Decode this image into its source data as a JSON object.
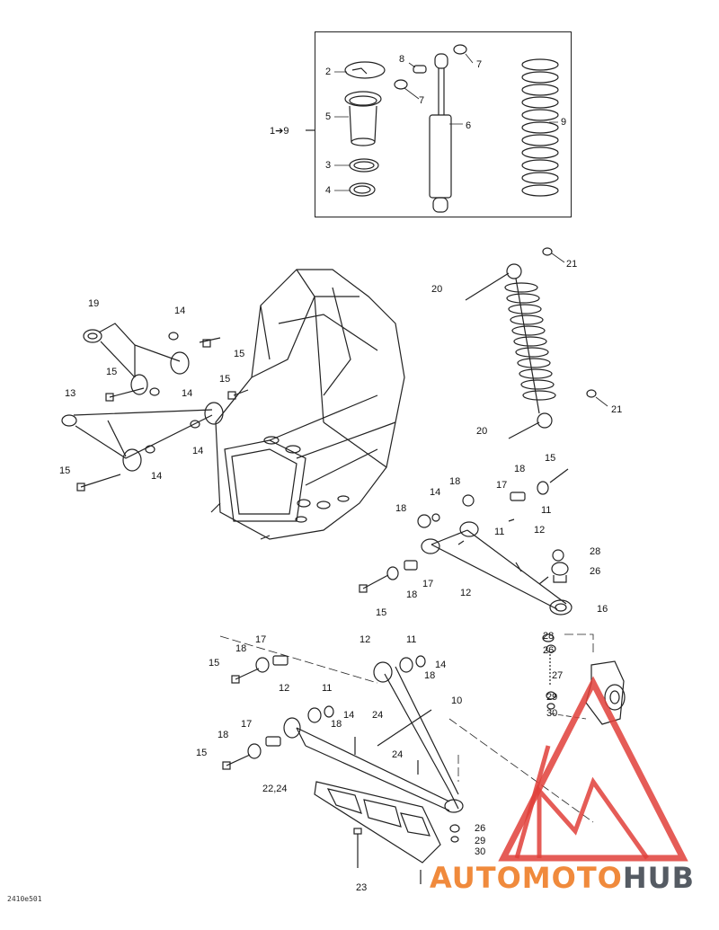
{
  "inset": {
    "group_ref": "1➔9",
    "callouts": [
      "2",
      "5",
      "3",
      "4",
      "8",
      "7",
      "7",
      "6",
      "9"
    ]
  },
  "callouts": [
    "21",
    "20",
    "20",
    "21",
    "19",
    "14",
    "15",
    "15",
    "14",
    "15",
    "13",
    "14",
    "15",
    "14",
    "14",
    "18",
    "18",
    "15",
    "17",
    "11",
    "18",
    "12",
    "11",
    "28",
    "17",
    "18",
    "26",
    "15",
    "12",
    "16",
    "17",
    "12",
    "11",
    "18",
    "15",
    "14",
    "18",
    "28",
    "26",
    "12",
    "11",
    "14",
    "18",
    "10",
    "24",
    "17",
    "18",
    "15",
    "24",
    "22,24",
    "27",
    "29",
    "30",
    "26",
    "29",
    "30",
    "23"
  ],
  "drawing_code": "2410e501",
  "watermark": {
    "text_part1": "AUTOMOTO",
    "text_part2": "HUB",
    "colors": {
      "red": "#e0403a",
      "orange": "#f08a3c",
      "gray": "#555b63"
    }
  }
}
